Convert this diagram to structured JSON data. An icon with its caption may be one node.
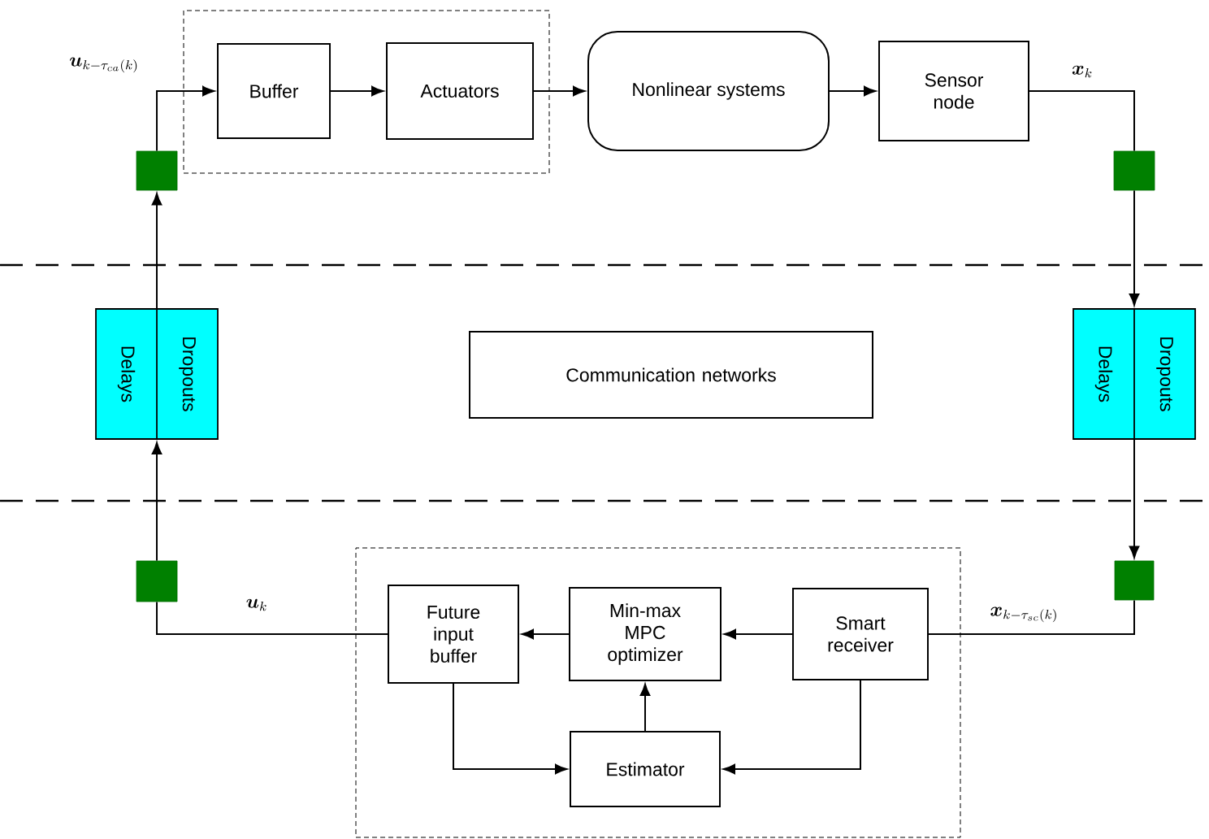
{
  "diagram": {
    "nodes": [
      {
        "text": [],
        "shape": "box"
      },
      {
        "text": [
          "Buffer"
        ],
        "in": 0
      },
      {
        "text": [
          "Actuators"
        ],
        "in": 0
      },
      {
        "text": [
          "Nonlinear systems"
        ]
      },
      {
        "text": [
          "Sensor node"
        ]
      },
      {
        "text": [],
        "shape": "box"
      },
      {
        "text": [
          "Delays",
          "Dropouts"
        ]
      },
      {
        "text": [],
        "shape": "box"
      },
      {
        "text": [],
        "shape": "box"
      },
      {
        "text": [
          "Smart receiver"
        ],
        "in": 8
      },
      {
        "text": [
          "Min-max MPC optimizer"
        ],
        "in": 8
      },
      {
        "text": [
          "Future input buffer"
        ],
        "in": 8
      },
      {
        "text": [
          "Estimator"
        ],
        "in": 8
      },
      {
        "text": [],
        "shape": "box"
      },
      {
        "text": [
          "Delays",
          "Dropouts"
        ]
      },
      {
        "text": [],
        "shape": "box"
      },
      {
        "text": [
          "Communication networks"
        ]
      }
    ],
    "edges": [
      {
        "from": 1,
        "to": 2,
        "arrow": "to"
      },
      {
        "from": 2,
        "to": 3,
        "arrow": "to"
      },
      {
        "from": 3,
        "to": 4,
        "arrow": "to"
      },
      {
        "from": 4,
        "to": 5,
        "arrow": "none",
        "label": "\\boldsymbol{x}_k"
      },
      {
        "from": 5,
        "to": 6,
        "arrow": "to"
      },
      {
        "from": 6,
        "to": 7,
        "arrow": "to"
      },
      {
        "from": 7,
        "to": 9,
        "arrow": "none",
        "label": "\\boldsymbol{x}_{k-\\tau_{sc}(k)}"
      },
      {
        "from": 9,
        "to": 10,
        "arrow": "to"
      },
      {
        "from": 9,
        "to": 12,
        "arrow": "to"
      },
      {
        "from": 11,
        "to": 12,
        "arrow": "to"
      },
      {
        "from": 12,
        "to": 10,
        "arrow": "to"
      },
      {
        "from": 10,
        "to": 11,
        "arrow": "to"
      },
      {
        "from": 11,
        "to": 13,
        "arrow": "none",
        "label": "\\boldsymbol{u}_k"
      },
      {
        "from": 13,
        "to": 14,
        "arrow": "to"
      },
      {
        "from": 14,
        "to": 15,
        "arrow": "to"
      },
      {
        "from": 15,
        "to": 1,
        "arrow": "to",
        "label": "\\boldsymbol{u}_{k-\\tau_{ca}(k)}"
      }
    ]
  }
}
